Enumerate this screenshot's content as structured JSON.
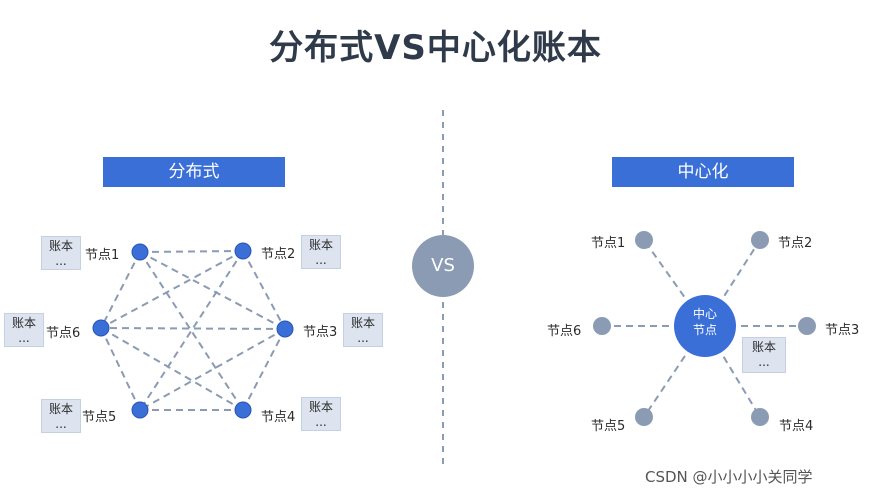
{
  "title": "分布式VS中心化账本",
  "vs": "VS",
  "distributed": {
    "heading": "分布式",
    "nodes": [
      "节点1",
      "节点2",
      "节点3",
      "节点4",
      "节点5",
      "节点6"
    ],
    "ledger_label": "账本",
    "ledger_dots": "..."
  },
  "centralized": {
    "heading": "中心化",
    "center_line1": "中心",
    "center_line2": "节点",
    "nodes": [
      "节点1",
      "节点2",
      "节点3",
      "节点4",
      "节点5",
      "节点6"
    ],
    "ledger_label": "账本",
    "ledger_dots": "..."
  },
  "watermark": "CSDN @小小小小关同学",
  "colors": {
    "accent_blue": "#3a6fd8",
    "grey_node": "#8a9bb3",
    "dashed_line": "#8a9bb3"
  }
}
